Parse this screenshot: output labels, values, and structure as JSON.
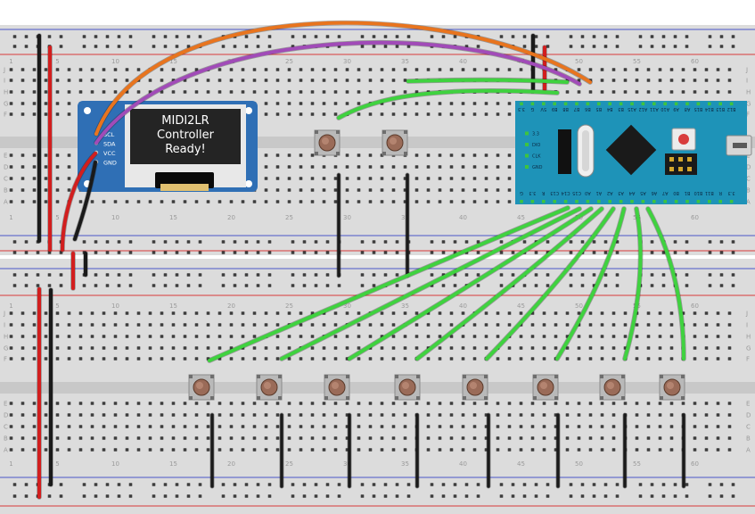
{
  "oled": {
    "lines": [
      "MIDI2LR",
      "Controller",
      "Ready!"
    ],
    "pins": [
      "SCL",
      "SDA",
      "VCC",
      "GND"
    ]
  },
  "stm32": {
    "top_pins": [
      "3.3",
      "G",
      "5V",
      "B9",
      "B8",
      "B7",
      "B6",
      "B5",
      "B4",
      "B3",
      "A15",
      "A12",
      "A11",
      "A10",
      "A9",
      "A8",
      "B15",
      "B14",
      "B13",
      "B12"
    ],
    "bottom_pins": [
      "G",
      "3.3",
      "R",
      "C13",
      "C14",
      "C15",
      "A0",
      "A1",
      "A2",
      "A3",
      "A4",
      "A5",
      "A6",
      "A7",
      "B0",
      "B1",
      "B10",
      "B11",
      "R",
      "3.3"
    ],
    "side_pins": [
      "3.3",
      "DIO",
      "CLK",
      "GND"
    ]
  },
  "breadboard": {
    "column_numbers": [
      "1",
      "5",
      "10",
      "15",
      "20",
      "25",
      "30",
      "35",
      "40",
      "45",
      "50",
      "55",
      "60"
    ],
    "row_letters_top": [
      "J",
      "I",
      "H",
      "G",
      "F",
      "E",
      "D",
      "C",
      "B",
      "A"
    ],
    "row_letters_bottom": [
      "J",
      "I",
      "H",
      "G",
      "F",
      "E",
      "D",
      "C",
      "B",
      "A"
    ]
  },
  "colors": {
    "board": "#dcdcdc",
    "rail_red": "#d93a3a",
    "rail_blue": "#4a56c8",
    "hole": "#3d3d3d",
    "hole_green": "#3ec43e",
    "wire_green": "#3fd23f",
    "wire_orange": "#e8741e",
    "wire_purple": "#a14bb8",
    "wire_red": "#d21e1e",
    "wire_black": "#1a1a1a",
    "oled_pcb": "#2f6fb5",
    "stm32_pcb": "#1e93b8"
  }
}
